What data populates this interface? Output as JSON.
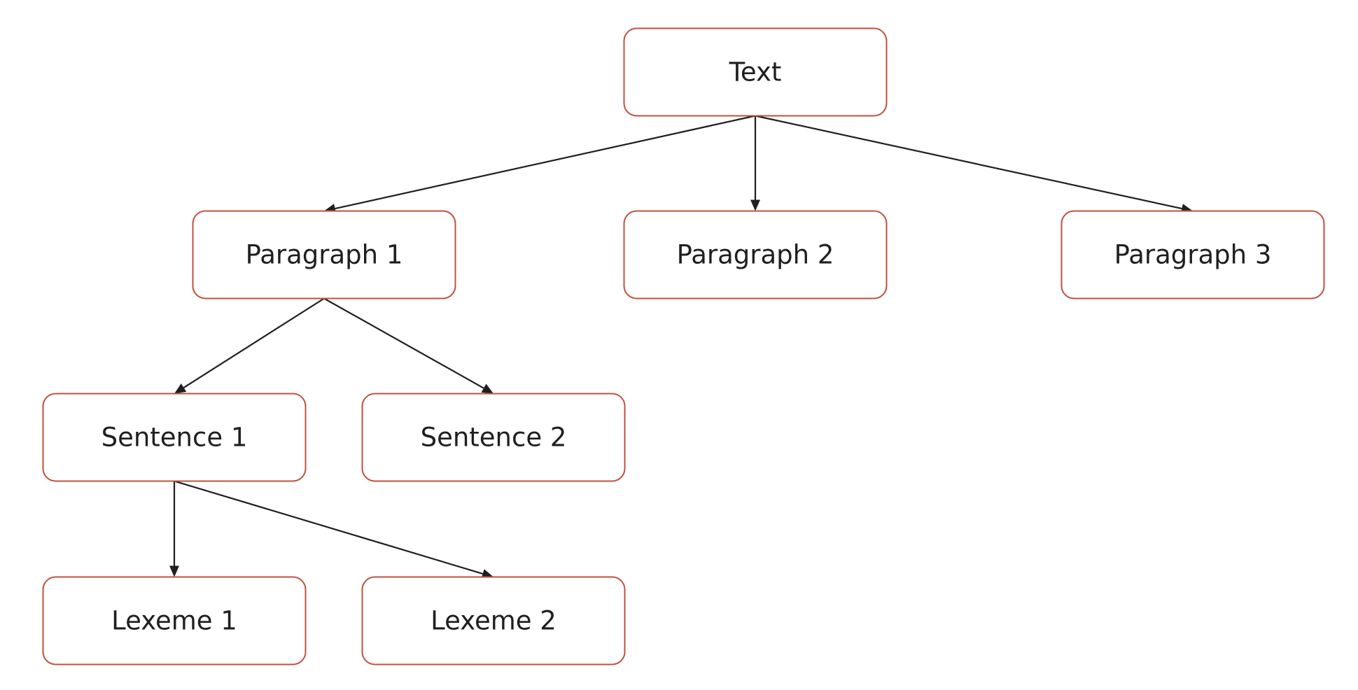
{
  "colors": {
    "node_border": "#c0503e",
    "node_fill": "#ffffff",
    "edge": "#1f1f1f",
    "text": "#1f1f1f"
  },
  "nodes": [
    {
      "id": "text",
      "label": "Text"
    },
    {
      "id": "paragraph-1",
      "label": "Paragraph 1"
    },
    {
      "id": "paragraph-2",
      "label": "Paragraph 2"
    },
    {
      "id": "paragraph-3",
      "label": "Paragraph 3"
    },
    {
      "id": "sentence-1",
      "label": "Sentence 1"
    },
    {
      "id": "sentence-2",
      "label": "Sentence 2"
    },
    {
      "id": "lexeme-1",
      "label": "Lexeme 1"
    },
    {
      "id": "lexeme-2",
      "label": "Lexeme 2"
    }
  ],
  "edges": [
    {
      "from": "text",
      "to": "paragraph-1"
    },
    {
      "from": "text",
      "to": "paragraph-2"
    },
    {
      "from": "text",
      "to": "paragraph-3"
    },
    {
      "from": "paragraph-1",
      "to": "sentence-1"
    },
    {
      "from": "paragraph-1",
      "to": "sentence-2"
    },
    {
      "from": "sentence-1",
      "to": "lexeme-1"
    },
    {
      "from": "sentence-1",
      "to": "lexeme-2"
    }
  ]
}
